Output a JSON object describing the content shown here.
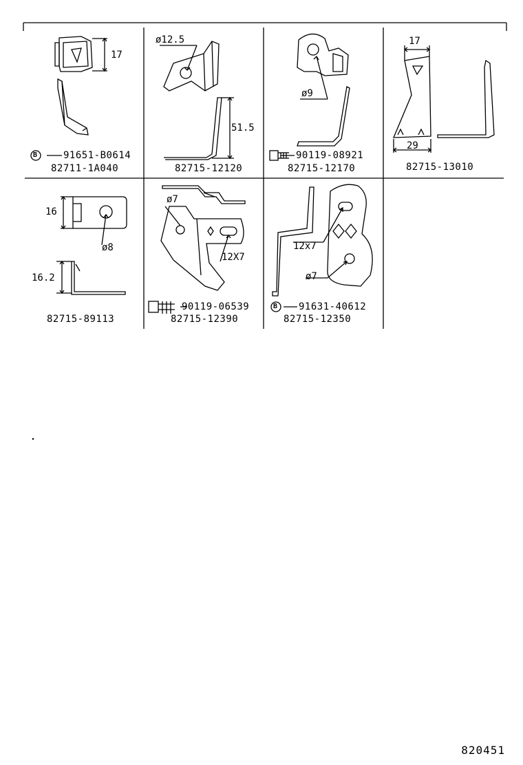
{
  "sheet": {
    "code": "820451"
  },
  "panels": [
    {
      "part_no": "82711-1A040",
      "fastener": "91651-B0614",
      "fastener_symbol": "B",
      "dims": [
        "17"
      ]
    },
    {
      "part_no": "82715-12120",
      "dims": [
        "ø12.5",
        "51.5"
      ]
    },
    {
      "part_no": "82715-12170",
      "fastener": "90119-08921",
      "dims": [
        "ø9"
      ]
    },
    {
      "part_no": "82715-13010",
      "dims": [
        "17",
        "29"
      ]
    },
    {
      "part_no": "82715-89113",
      "dims": [
        "16",
        "ø8",
        "16.2"
      ]
    },
    {
      "part_no": "82715-12390",
      "fastener": "90119-06539",
      "dims": [
        "ø7",
        "12X7"
      ]
    },
    {
      "part_no": "82715-12350",
      "fastener": "91631-40612",
      "fastener_symbol": "B",
      "dims": [
        "12x7",
        "ø7"
      ]
    }
  ]
}
